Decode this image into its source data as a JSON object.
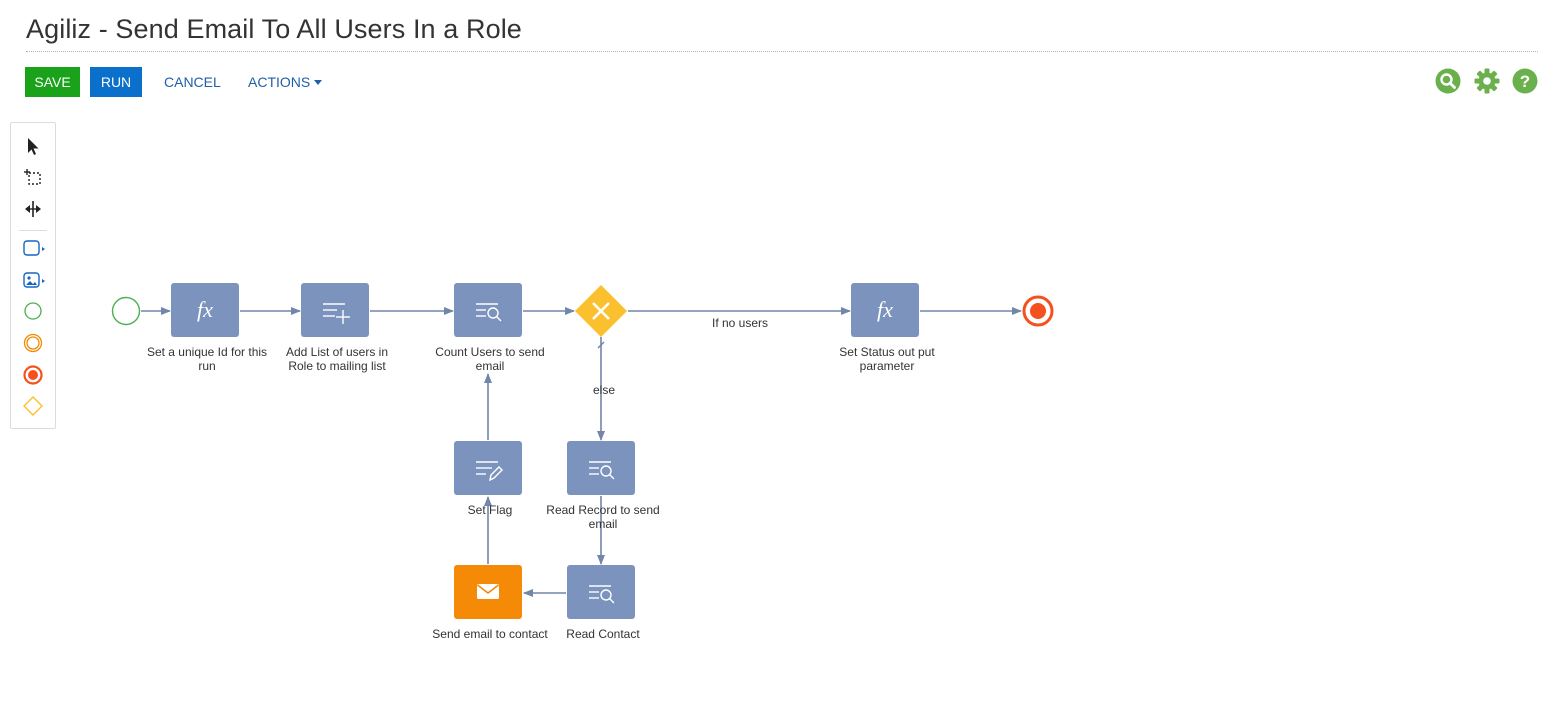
{
  "header": {
    "title": "Agiliz - Send Email To All Users In a Role"
  },
  "toolbar": {
    "save_label": "SAVE",
    "run_label": "RUN",
    "cancel_label": "CANCEL",
    "actions_label": "ACTIONS"
  },
  "top_icons": [
    "search-icon",
    "gear-icon",
    "help-icon"
  ],
  "colors": {
    "save": "#1aa31a",
    "run": "#0b6fcc",
    "link": "#1f5fa8",
    "task": "#7b93bd",
    "email_task": "#f58a07",
    "gateway": "#fbc02d",
    "start": "#4caf50",
    "end": "#f4511e",
    "top_icon": "#6ab04c"
  },
  "palette": {
    "tools": [
      "pointer-tool-icon",
      "lasso-tool-icon",
      "space-tool-icon",
      "task-tool-icon",
      "subprocess-tool-icon",
      "start-event-tool-icon",
      "intermediate-event-tool-icon",
      "end-event-tool-icon",
      "gateway-tool-icon"
    ]
  },
  "diagram": {
    "nodes": {
      "set_unique_id": "Set a unique Id for this run",
      "add_list": "Add List of users in Role to mailing list",
      "count_users": "Count Users to send email",
      "set_status": "Set Status out put parameter",
      "set_flag": "Set Flag",
      "read_record": "Read Record to send email",
      "send_email": "Send email to contact",
      "read_contact": "Read Contact"
    },
    "edges": {
      "if_no_users": "If no users",
      "else": "else"
    }
  }
}
